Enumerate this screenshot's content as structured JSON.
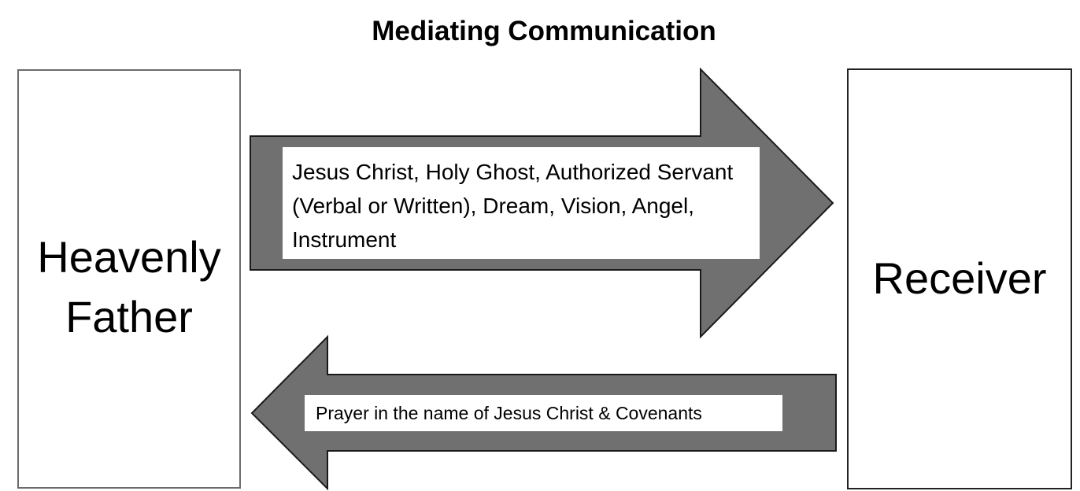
{
  "title": "Mediating Communication",
  "left_box": {
    "line1": "Heavenly",
    "line2": "Father"
  },
  "right_box": {
    "label": "Receiver"
  },
  "forward_arrow": {
    "direction": "right",
    "fill": "#707070",
    "label": "Jesus Christ, Holy Ghost, Authorized Servant (Verbal or Written), Dream, Vision, Angel, Instrument"
  },
  "return_arrow": {
    "direction": "left",
    "fill": "#707070",
    "label": "Prayer in the name of Jesus Christ & Covenants"
  }
}
